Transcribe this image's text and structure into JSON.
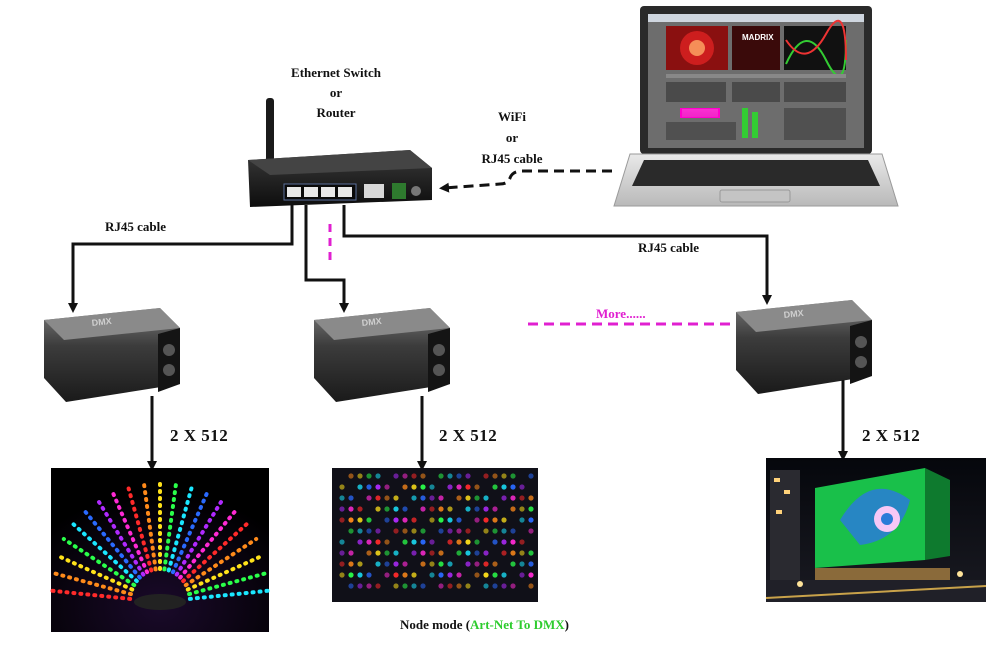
{
  "router": {
    "title_line1": "Ethernet Switch",
    "title_line2": "or",
    "title_line3": "Router"
  },
  "link_laptop": {
    "line1": "WiFi",
    "line2": "or",
    "line3": "RJ45 cable"
  },
  "cable_labels": {
    "left": "RJ45 cable",
    "right": "RJ45 cable"
  },
  "more_label": "More......",
  "output_labels": [
    "2 X 512",
    "2 X 512",
    "2 X 512"
  ],
  "laptop_screen_brand": "MADRIX",
  "device_brand": "DMX",
  "footer": {
    "prefix": "Node mode (",
    "highlight": "Art-Net To DMX",
    "suffix": ")"
  },
  "colors": {
    "highlight_green": "#2ecc2e",
    "more_magenta": "#e020d0",
    "cable": "#111111"
  },
  "icons": [
    "router-icon",
    "laptop-icon",
    "dmx-node-icon",
    "led-fan-image",
    "led-wall-image",
    "led-building-image"
  ]
}
